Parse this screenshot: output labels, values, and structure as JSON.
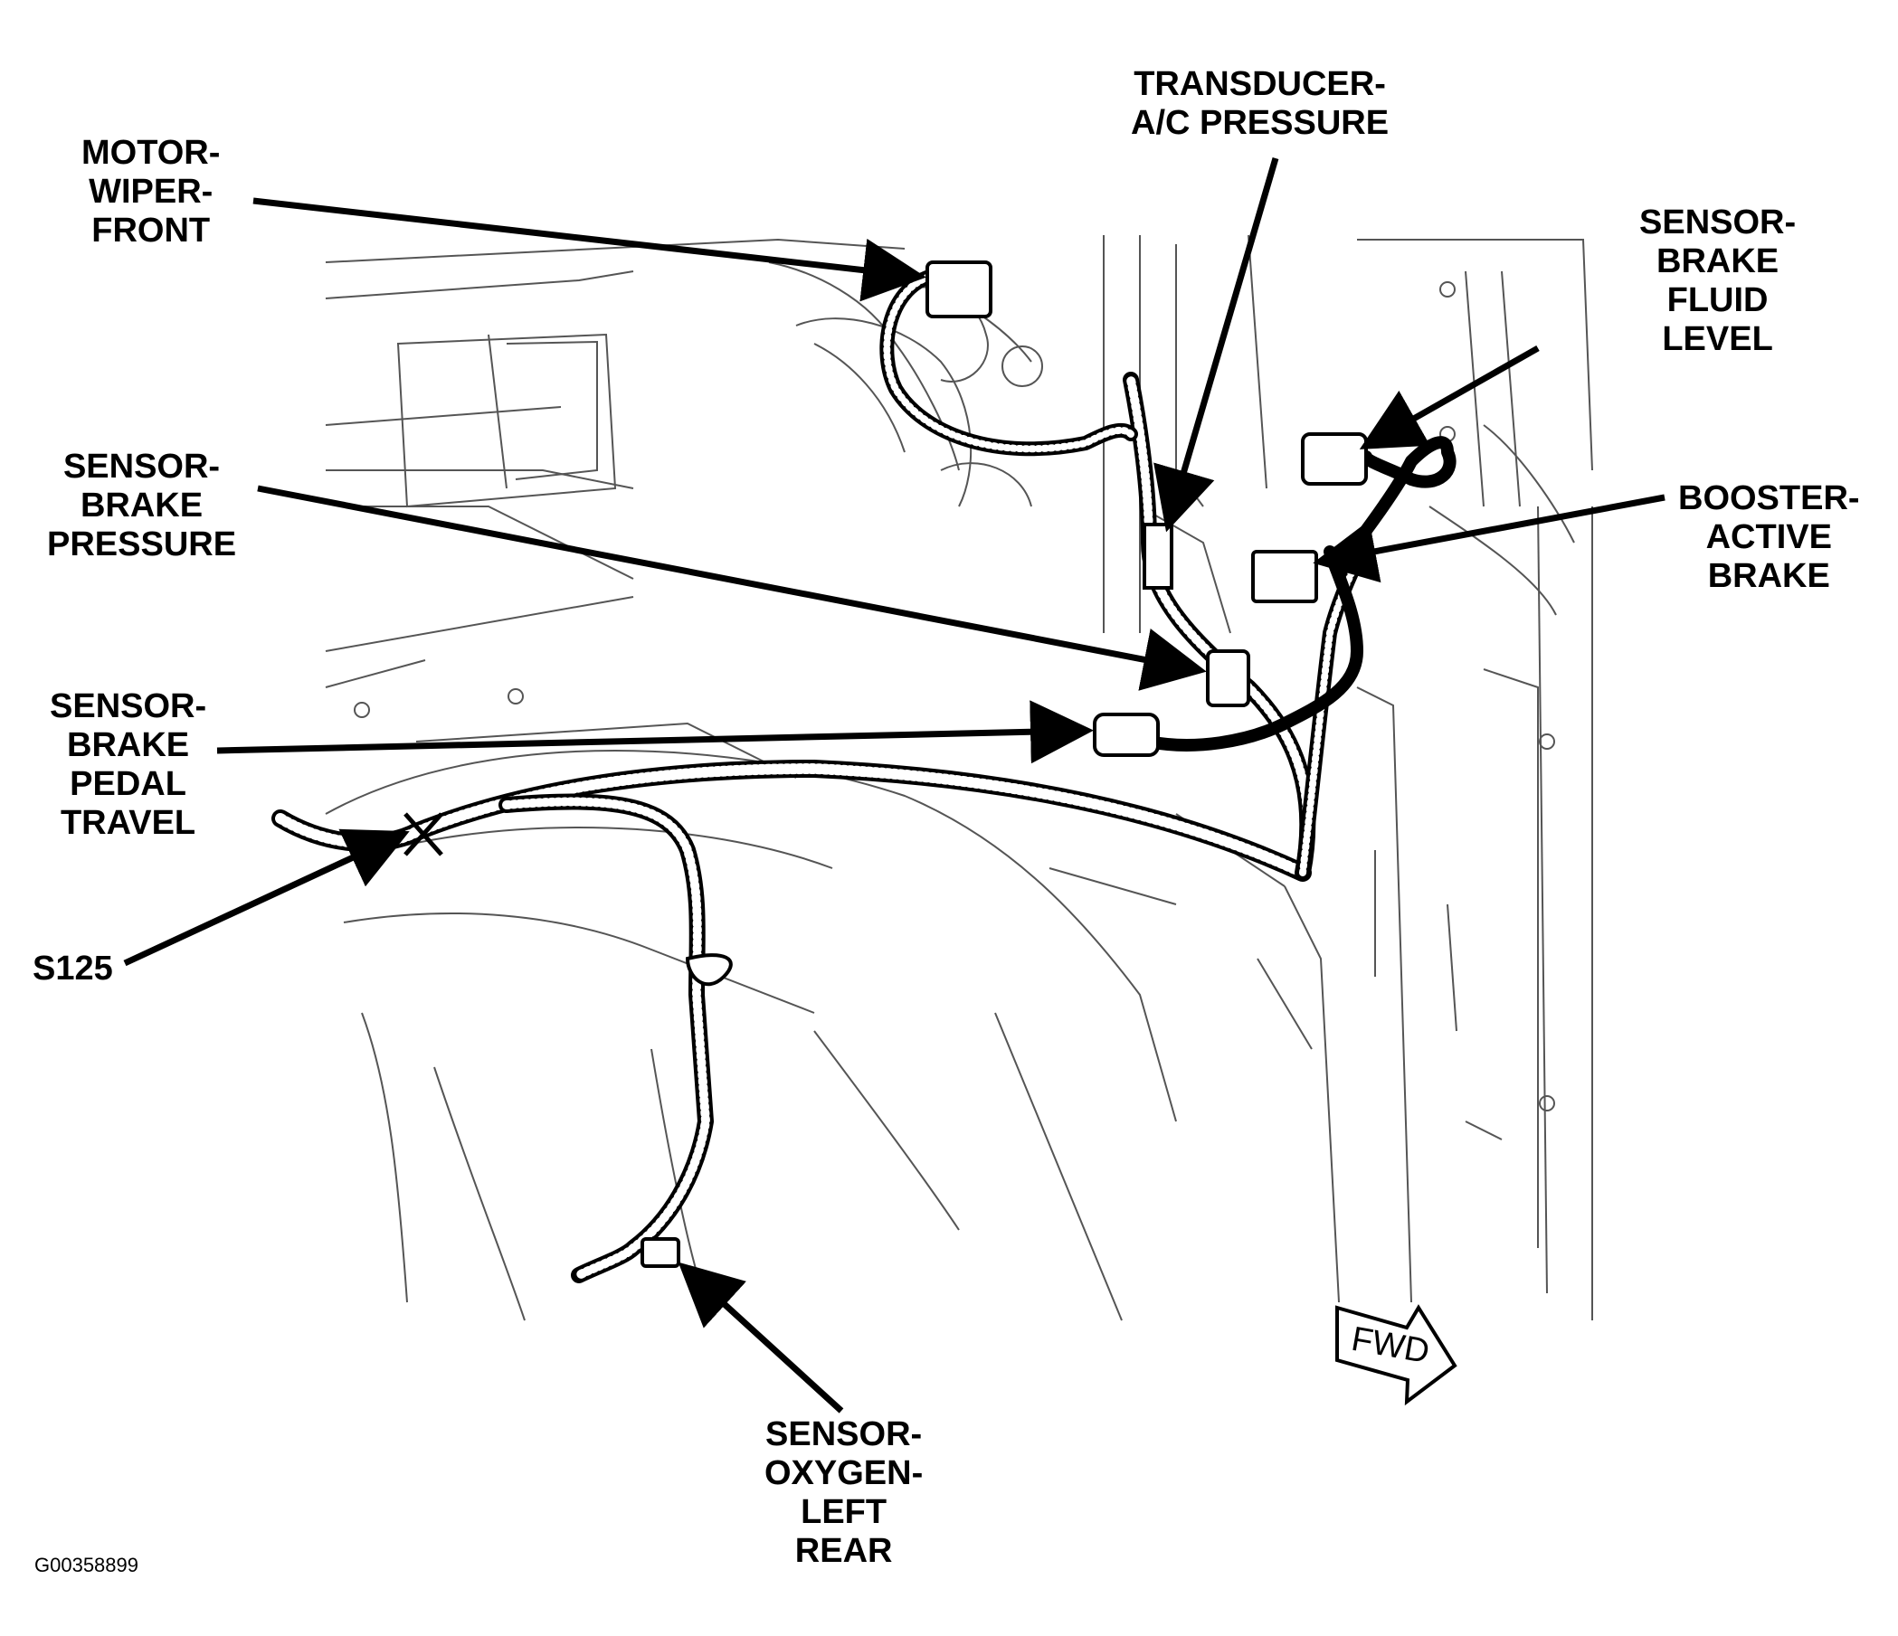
{
  "labels": {
    "motor_wiper_front": [
      "MOTOR-",
      "WIPER-",
      "FRONT"
    ],
    "transducer_ac_pressure": [
      "TRANSDUCER-",
      "A/C PRESSURE"
    ],
    "sensor_brake_fluid_level": [
      "SENSOR-",
      "BRAKE",
      "FLUID",
      "LEVEL"
    ],
    "sensor_brake_pressure": [
      "SENSOR-",
      "BRAKE",
      "PRESSURE"
    ],
    "booster_active_brake": [
      "BOOSTER-",
      "ACTIVE",
      "BRAKE"
    ],
    "sensor_brake_pedal_travel": [
      "SENSOR-",
      "BRAKE",
      "PEDAL",
      "TRAVEL"
    ],
    "s125": [
      "S125"
    ],
    "sensor_oxygen_left_rear": [
      "SENSOR-",
      "OXYGEN-",
      "LEFT",
      "REAR"
    ]
  },
  "fwd_indicator": "FWD",
  "figure_id": "G00358899"
}
